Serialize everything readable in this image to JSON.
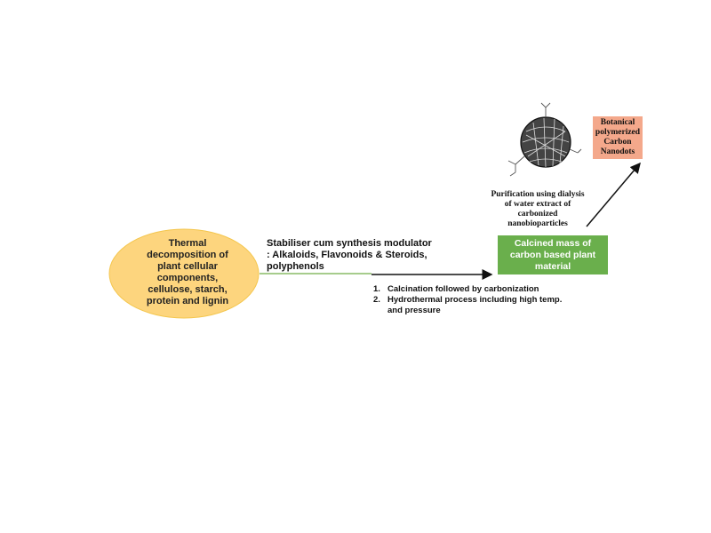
{
  "ellipse": {
    "lines": [
      "Thermal",
      "decomposition of",
      "plant cellular",
      "components,",
      "cellulose, starch,",
      "protein and lignin"
    ],
    "fill": "#fdd57e"
  },
  "modulator": {
    "lines": [
      "Stabiliser cum synthesis modulator",
      ": Alkaloids, Flavonoids & Steroids,",
      "polyphenols"
    ],
    "arrow_color": "#70ad47"
  },
  "steps": [
    {
      "num": "1.",
      "text": "Calcination followed by carbonization"
    },
    {
      "num": "2.",
      "text": "Hydrothermal process  including high temp."
    },
    {
      "num": "",
      "text": "and pressure"
    }
  ],
  "calcined_box": {
    "lines": [
      "Calcined mass of",
      "carbon based plant",
      "material"
    ],
    "fill": "#6aaf4c"
  },
  "purification": {
    "lines": [
      "Purification using dialysis",
      "of water extract of",
      "carbonized",
      "nanobioparticles"
    ]
  },
  "product_box": {
    "lines": [
      "Botanical",
      "polymerized",
      "Carbon",
      "Nanodots"
    ],
    "fill": "#f4a88b"
  }
}
